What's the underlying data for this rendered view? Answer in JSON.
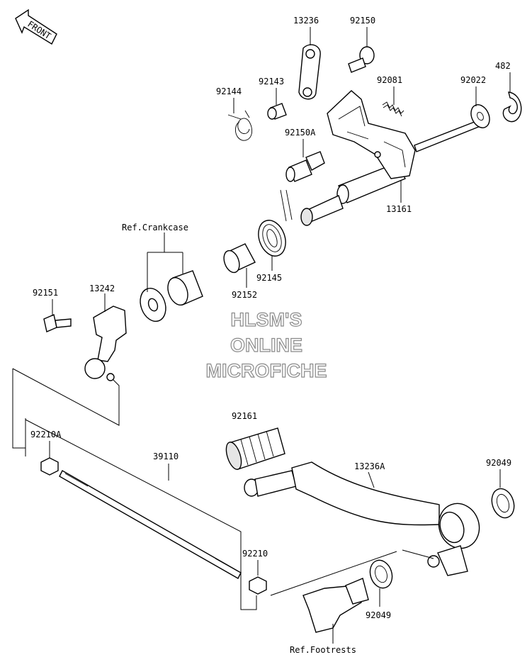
{
  "compass": {
    "label": "FRONT"
  },
  "watermark": {
    "line1": "HLSM'S",
    "line2": "ONLINE",
    "line3": "MICROFICHE"
  },
  "labels": {
    "p13236": "13236",
    "p92150": "92150",
    "p482": "482",
    "p92144": "92144",
    "p92143": "92143",
    "p92081": "92081",
    "p92022": "92022",
    "p92150A": "92150A",
    "p13161": "13161",
    "ref_crankcase": "Ref.Crankcase",
    "p92145": "92145",
    "p92151": "92151",
    "p13242": "13242",
    "p92152": "92152",
    "p92161": "92161",
    "p92210A": "92210A",
    "p39110": "39110",
    "p13236A": "13236A",
    "p92049_top": "92049",
    "p92210": "92210",
    "p92049_bottom": "92049",
    "ref_footrests": "Ref.Footrests"
  }
}
